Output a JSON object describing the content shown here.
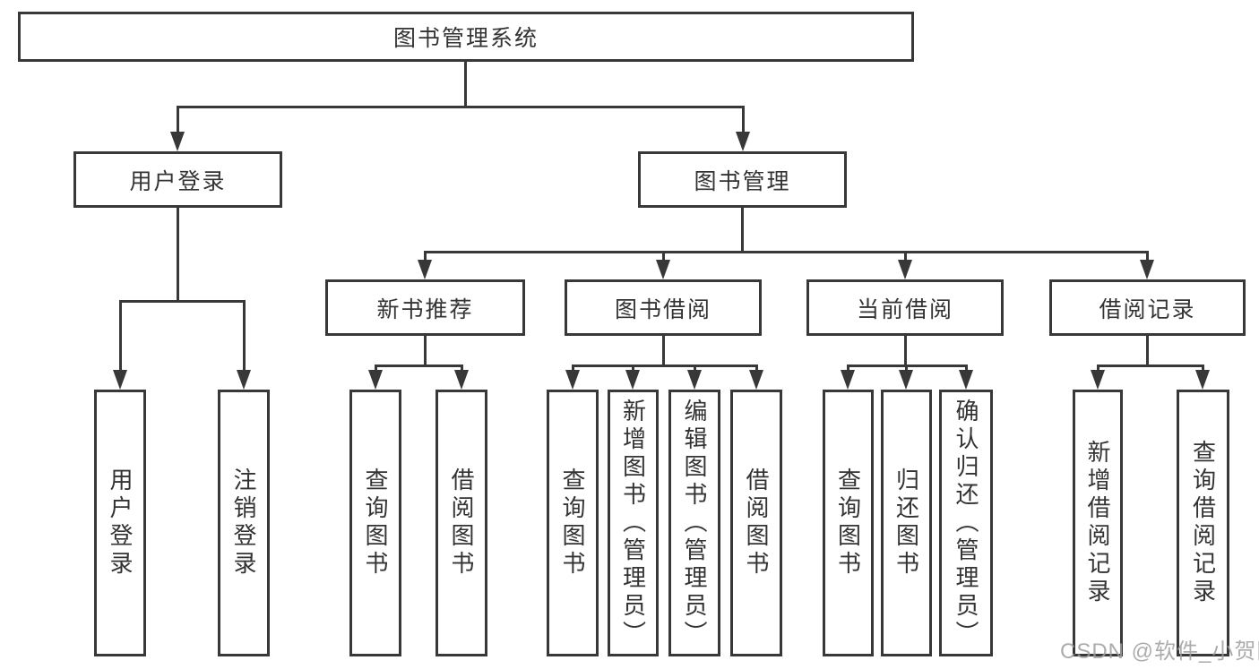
{
  "diagram": {
    "type": "tree",
    "title": "图书管理系统",
    "colors": {
      "line": "#383838",
      "text": "#333333",
      "background": "#ffffff"
    },
    "tree": {
      "label": "图书管理系统",
      "children": [
        {
          "label": "用户登录",
          "children": [
            {
              "label": "用户登录"
            },
            {
              "label": "注销登录"
            }
          ]
        },
        {
          "label": "图书管理",
          "children": [
            {
              "label": "新书推荐",
              "children": [
                {
                  "label": "查询图书"
                },
                {
                  "label": "借阅图书"
                }
              ]
            },
            {
              "label": "图书借阅",
              "children": [
                {
                  "label": "查询图书"
                },
                {
                  "label": "新增图书（管理员）"
                },
                {
                  "label": "编辑图书（管理员）"
                },
                {
                  "label": "借阅图书"
                }
              ]
            },
            {
              "label": "当前借阅",
              "children": [
                {
                  "label": "查询图书"
                },
                {
                  "label": "归还图书"
                },
                {
                  "label": "确认归还（管理员）"
                }
              ]
            },
            {
              "label": "借阅记录",
              "children": [
                {
                  "label": "新增借阅记录"
                },
                {
                  "label": "查询借阅记录"
                }
              ]
            }
          ]
        }
      ]
    },
    "watermark": "CSDN @软件_小贺同学"
  }
}
